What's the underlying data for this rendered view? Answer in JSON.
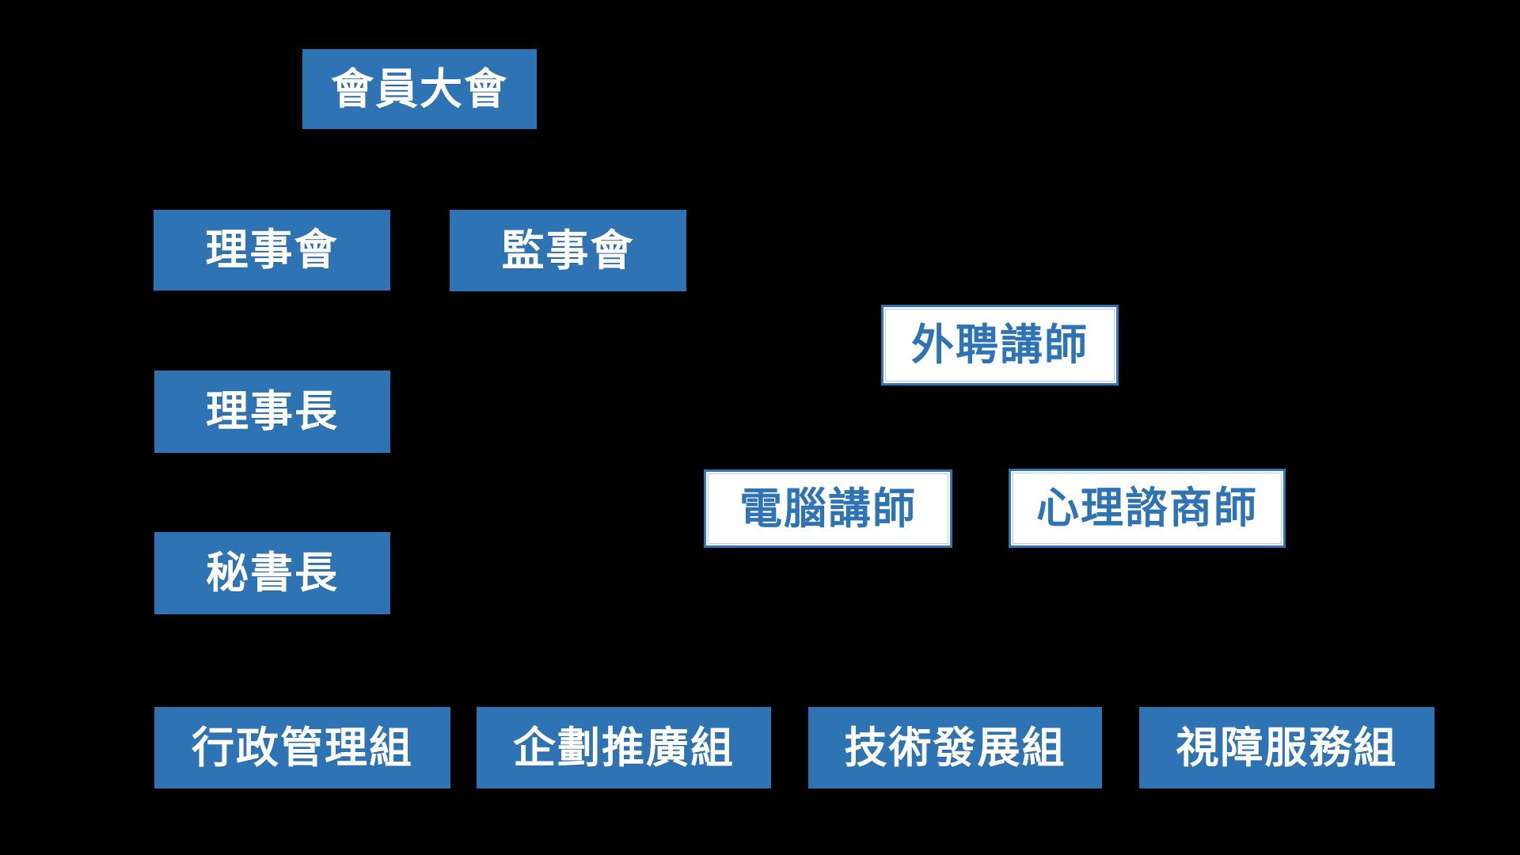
{
  "diagram": {
    "type": "org-chart",
    "background_color": "#000000",
    "accent_blue": "#2E74B5",
    "outline_border_blue": "#2E75B6",
    "text_on_solid": "#FFFFFF",
    "nodes": [
      {
        "id": "general-assembly",
        "label": "會員大會",
        "style": "solid"
      },
      {
        "id": "board-of-directors",
        "label": "理事會",
        "style": "solid"
      },
      {
        "id": "board-of-supervisors",
        "label": "監事會",
        "style": "solid"
      },
      {
        "id": "external-lecturer",
        "label": "外聘講師",
        "style": "outline"
      },
      {
        "id": "chairman",
        "label": "理事長",
        "style": "solid"
      },
      {
        "id": "computer-lecturer",
        "label": "電腦講師",
        "style": "outline"
      },
      {
        "id": "psych-counselor",
        "label": "心理諮商師",
        "style": "outline"
      },
      {
        "id": "secretary-general",
        "label": "秘書長",
        "style": "solid"
      },
      {
        "id": "admin-mgmt-group",
        "label": "行政管理組",
        "style": "solid"
      },
      {
        "id": "planning-promo-group",
        "label": "企劃推廣組",
        "style": "solid"
      },
      {
        "id": "tech-dev-group",
        "label": "技術發展組",
        "style": "solid"
      },
      {
        "id": "vision-service-group",
        "label": "視障服務組",
        "style": "solid"
      }
    ]
  }
}
